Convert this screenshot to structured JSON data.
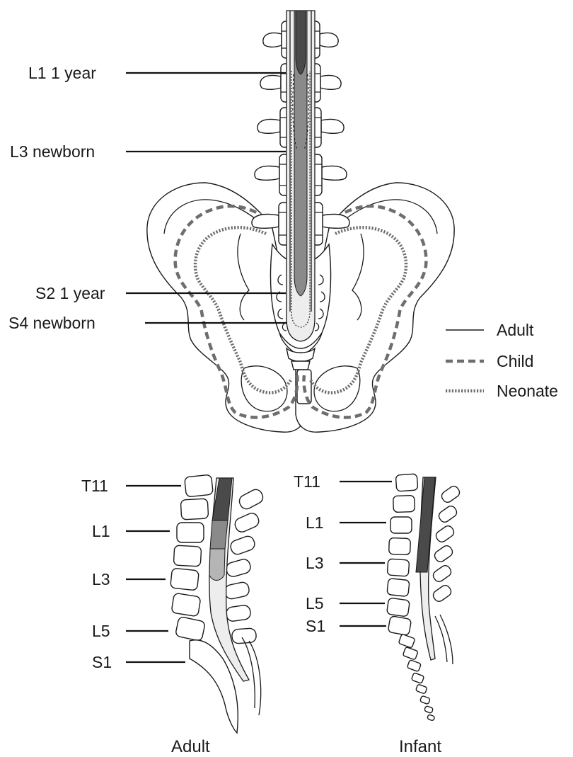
{
  "top_labels": {
    "l1_1year": "L1 1 year",
    "l3_newborn": "L3 newborn",
    "s2_1year": "S2 1 year",
    "s4_newborn": "S4 newborn"
  },
  "legend": {
    "adult": "Adult",
    "child": "Child",
    "neonate": "Neonate"
  },
  "adult_labels": {
    "t11": "T11",
    "l1": "L1",
    "l3": "L3",
    "l5": "L5",
    "s1": "S1"
  },
  "infant_labels": {
    "t11": "T11",
    "l1": "L1",
    "l3": "L3",
    "l5": "L5",
    "s1": "S1"
  },
  "captions": {
    "adult": "Adult",
    "infant": "Infant"
  },
  "colors": {
    "cord_dark": "#4a4a4a",
    "cord_mid": "#8a8a8a",
    "cord_light": "#b5b5b5",
    "dural_sac": "#ededed",
    "child_line": "#6e6e6e",
    "neonate_line": "#6e6e6e"
  }
}
